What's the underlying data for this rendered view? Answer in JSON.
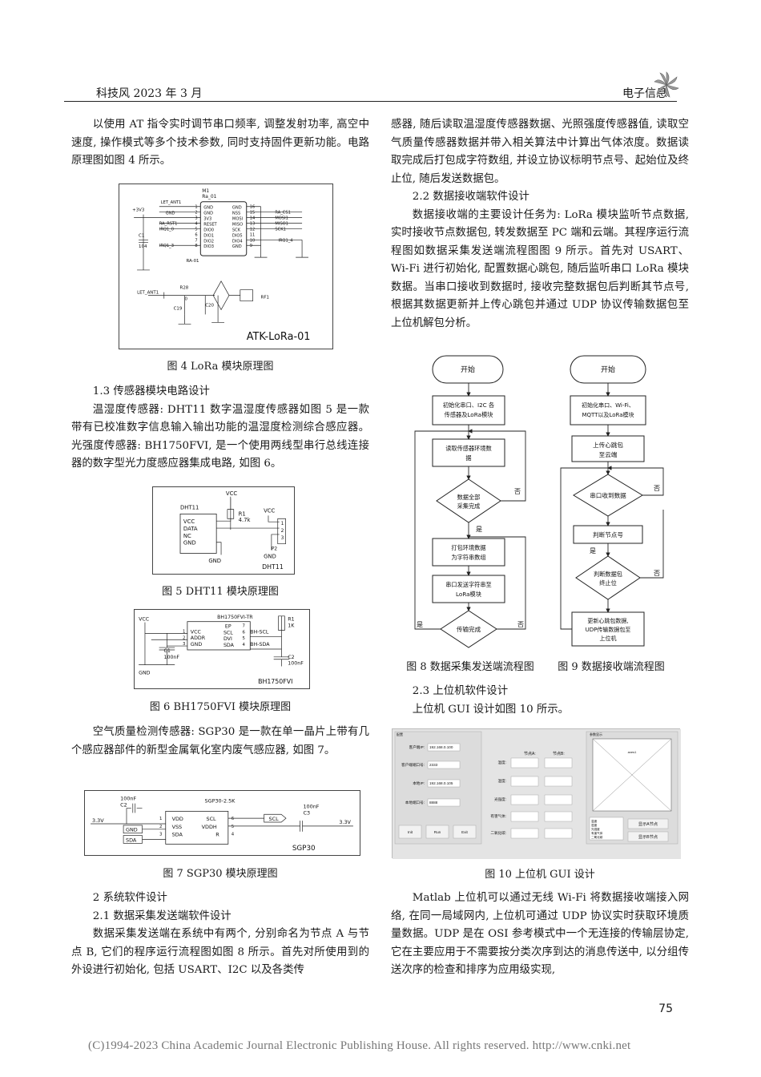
{
  "header": {
    "journal": "科技风 2023 年 3 月",
    "section": "电子信息"
  },
  "left_column": {
    "p_top": "以使用 AT 指令实时调节串口频率, 调整发射功率, 高空中速度, 操作模式等多个技术参数, 同时支持固件更新功能。电路原理图如图 4 所示。",
    "fig4_caption": "图 4 LoRa 模块原理图",
    "sec_1_3": "1.3 传感器模块电路设计",
    "p_sensor": "温湿度传感器: DHT11 数字温湿度传感器如图 5 是一款带有已校准数字信息输入输出功能的温湿度检测综合感应器。光强度传感器: BH1750FVI, 是一个使用两线型串行总线连接器的数字型光力度感应器集成电路, 如图 6。",
    "fig5_caption": "图 5 DHT11 模块原理图",
    "fig6_caption": "图 6 BH1750FVI 模块原理图",
    "p_air": "空气质量检测传感器: SGP30 是一款在单一晶片上带有几个感应器部件的新型金属氧化室内废气感应器, 如图 7。",
    "fig7_caption": "图 7 SGP30 模块原理图",
    "sec_2": "2 系统软件设计",
    "sec_2_1": "2.1 数据采集发送端软件设计",
    "p_2_1": "数据采集发送端在系统中有两个, 分别命名为节点 A 与节点 B, 它们的程序运行流程图如图 8 所示。首先对所使用到的外设进行初始化, 包括 USART、I2C 以及各类传"
  },
  "right_column": {
    "p_top": "感器, 随后读取温湿度传感器数据、光照强度传感器值, 读取空气质量传感器数据并带入相关算法中计算出气体浓度。数据读取完成后打包成字符数组, 并设立协议标明节点号、起始位及终止位, 随后发送数据包。",
    "sec_2_2": "2.2 数据接收端软件设计",
    "p_2_2": "数据接收端的主要设计任务为: LoRa 模块监听节点数据, 实时接收节点数据包, 转发数据至 PC 端和云端。其程序运行流程图如数据采集发送端流程图图 9 所示。首先对 USART、Wi-Fi 进行初始化, 配置数据心跳包, 随后监听串口 LoRa 模块数据。当串口接收到数据时, 接收完整数据包后判断其节点号, 根据其数据更新并上传心跳包并通过 UDP 协议传输数据包至上位机解包分析。",
    "fig8_caption": "图 8 数据采集发送端流程图",
    "fig9_caption": "图 9 数据接收端流程图",
    "sec_2_3": "2.3 上位机软件设计",
    "p_2_3": "上位机 GUI 设计如图 10 所示。",
    "fig10_caption": "图 10 上位机 GUI 设计",
    "p_matlab": "Matlab 上位机可以通过无线 Wi-Fi 将数据接收端接入网络, 在同一局域网内, 上位机可通过 UDP 协议实时获取环境质量数据。UDP 是在 OSI 参考模式中一个无连接的传输层协定, 它在主要应用于不需要按分类次序到达的消息传送中, 以分组传送次序的检查和排序为应用级实现,"
  },
  "flow8": {
    "start": "开始",
    "init": [
      "初始化串口、I2C 各",
      "传感器及LoRa模块"
    ],
    "read": [
      "读取传感器环境数",
      "据"
    ],
    "check": [
      "数据全部",
      "采集完成"
    ],
    "pack": [
      "打包环境数据",
      "为字符串数组"
    ],
    "send": [
      "串口发送字符串至",
      "LoRa模块"
    ],
    "done": "传输完成",
    "yes": "是",
    "no": "否"
  },
  "flow9": {
    "start": "开始",
    "init": [
      "初始化串口、Wi-Fi、",
      "MQTT以及LoRa模块"
    ],
    "upload": [
      "上传心跳包",
      "至云端"
    ],
    "recv": "串口收到数据",
    "judge": "判断节点号",
    "check": [
      "判断数据包",
      "终止位"
    ],
    "update": [
      "更新心跳包数据,",
      "UDP传输数据包至",
      "上位机"
    ],
    "yes": "是",
    "no": "否"
  },
  "lora_schematic": {
    "module": "M1",
    "part": "Ra_01",
    "board": "RA-01",
    "title": "ATK-LoRa-01",
    "left_pins": [
      "GND",
      "GND",
      "3V3",
      "RESET",
      "DIO0",
      "DIO1",
      "DIO2",
      "DIO3"
    ],
    "right_pins": [
      "GND",
      "NSS",
      "MOSI",
      "MISO",
      "SCK",
      "DIO5",
      "DIO4",
      "GND"
    ],
    "left_nets": [
      "LET_ANT1",
      "GND",
      "",
      "RA_RST1",
      "IRQ1_0",
      "",
      "",
      "IRQ1_3"
    ],
    "right_nets": [
      "",
      "RA_CS1",
      "MOSI1",
      "MISO1",
      "SCK1",
      "",
      "IRQ1_4",
      ""
    ],
    "left_nums": [
      "1",
      "2",
      "3",
      "4",
      "5",
      "6",
      "7",
      "8"
    ],
    "right_nums": [
      "16",
      "15",
      "14",
      "13",
      "12",
      "11",
      "10",
      "9"
    ],
    "vcc": "+3V3",
    "c1": "C1",
    "c1_val": "104",
    "ant": "LET_ANT1",
    "r28": "R28",
    "r28_val": "0",
    "c19": "C19",
    "c20": "C20",
    "rf": "RF1"
  },
  "dht_schematic": {
    "vcc": "VCC",
    "r1": "R1",
    "r1_val": "4.7k",
    "chip": "DHT11",
    "pins": [
      "VCC",
      "DATA",
      "NC",
      "GND"
    ],
    "gnd": "GND",
    "p2": "P2",
    "p2_pins": [
      "1",
      "2",
      "3"
    ],
    "title": "DHT11"
  },
  "bh_schematic": {
    "chip": "BH1750FVI-TR",
    "vcc": "VCC",
    "left_pins": [
      "VCC",
      "ADDR",
      "GND"
    ],
    "left_nums": [
      "1",
      "2",
      "3"
    ],
    "right_pins": [
      "EP",
      "SCL",
      "DVI",
      "SDA"
    ],
    "right_nums": [
      "7",
      "6",
      "5",
      "4"
    ],
    "scl_net": "BH-SCL",
    "sda_net": "BH-SDA",
    "c1": "C1",
    "c1_val": "100nF",
    "c2": "C2",
    "c2_val": "100nF",
    "r1": "R1",
    "r1_val": "1K",
    "gnd": "GND",
    "title": "BH1750FVI"
  },
  "sgp_schematic": {
    "chip": "SGP30-2.5K",
    "c2": "C2",
    "c2_val": "100nF",
    "c3": "C3",
    "c3_val": "100nF",
    "v_in": "3.3V",
    "v_out": "3.3V",
    "left_pins": [
      "VDD",
      "VSS",
      "SDA"
    ],
    "left_nums": [
      "1",
      "2",
      "3"
    ],
    "right_pins": [
      "SCL",
      "VDDH",
      "R"
    ],
    "right_nums": [
      "6",
      "5",
      "4"
    ],
    "gnd": "GND",
    "sda": "SDA",
    "scl": "SCL",
    "title": "SGP30"
  },
  "gui": {
    "panel_title": "配置",
    "fields": [
      {
        "label": "客户端IP:",
        "value": "192.168.0.100"
      },
      {
        "label": "客户端端口号:",
        "value": "2333"
      },
      {
        "label": "本地IP:",
        "value": "192.168.0.105"
      },
      {
        "label": "本地端口号:",
        "value": "8888"
      }
    ],
    "buttons": [
      "Init",
      "Run",
      "Exit"
    ],
    "col_a": "节点A:",
    "col_b": "节点B:",
    "rows": [
      "温度:",
      "湿度:",
      "光强度:",
      "有害气体:",
      "二氧化碳:"
    ],
    "plot_title": "参数显示",
    "plot_label": "axes1",
    "list_items": [
      "温度",
      "湿度",
      "光强度",
      "有害气体",
      "二氧化碳"
    ],
    "show_a": "显示A节点",
    "show_b": "显示B节点"
  },
  "page_number": "75",
  "footer": "(C)1994-2023 China Academic Journal Electronic Publishing House. All rights reserved.    http://www.cnki.net"
}
